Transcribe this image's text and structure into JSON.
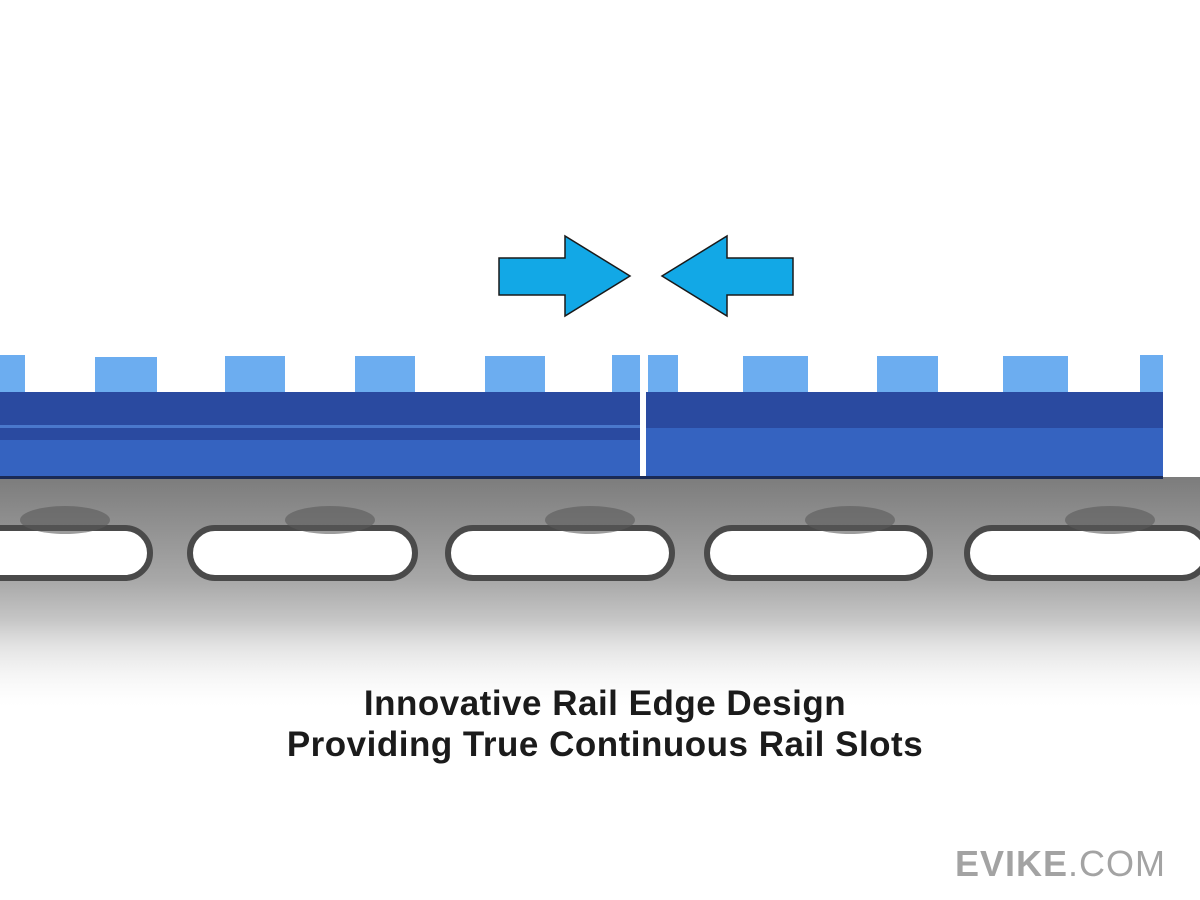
{
  "caption": {
    "line1": "Innovative Rail Edge Design",
    "line2": "Providing True Continuous Rail Slots"
  },
  "logo": {
    "brand": "EVIKE",
    "suffix": ".COM"
  },
  "colors": {
    "arrow": "#12a8e6",
    "rail_teeth": "#6cadf0",
    "rail_body": "#2c4fa6",
    "handguard": "#8a8a8a"
  }
}
